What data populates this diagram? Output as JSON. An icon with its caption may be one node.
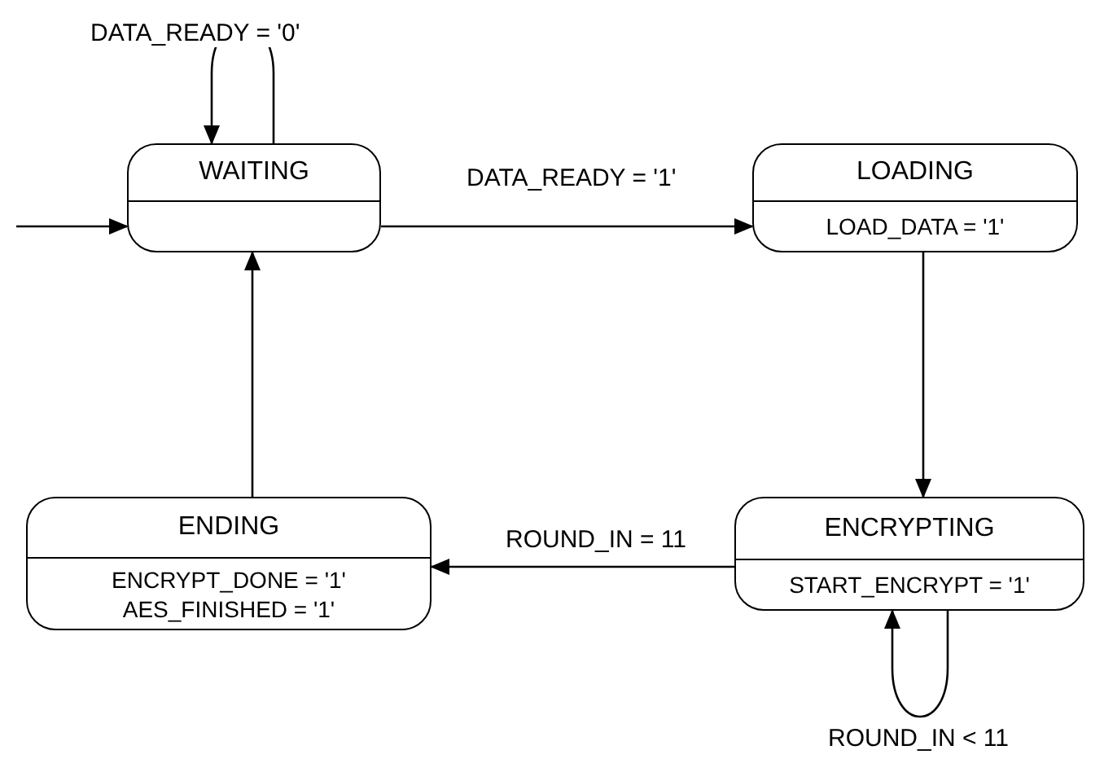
{
  "diagram": {
    "nodes": [
      {
        "text": [
          "WAITING"
        ]
      },
      {
        "text": [
          "LOADING",
          "LOAD_DATA = '1'"
        ]
      },
      {
        "text": [
          "ENCRYPTING",
          "START_ENCRYPT = '1'"
        ]
      },
      {
        "text": [
          "ENDING",
          "ENCRYPT_DONE = '1'",
          "AES_FINISHED = '1'"
        ]
      }
    ],
    "edges": [
      {
        "from": null,
        "to": 0,
        "arrow": "to"
      },
      {
        "from": 0,
        "to": 0,
        "arrow": "to",
        "label": "DATA_READY = '0'"
      },
      {
        "from": 0,
        "to": 1,
        "arrow": "to",
        "label": "DATA_READY = '1'"
      },
      {
        "from": 1,
        "to": 2,
        "arrow": "to"
      },
      {
        "from": 2,
        "to": 3,
        "arrow": "to",
        "label": "ROUND_IN = 11"
      },
      {
        "from": 2,
        "to": 2,
        "arrow": "to",
        "label": "ROUND_IN < 11"
      },
      {
        "from": 3,
        "to": 0,
        "arrow": "to"
      }
    ]
  }
}
